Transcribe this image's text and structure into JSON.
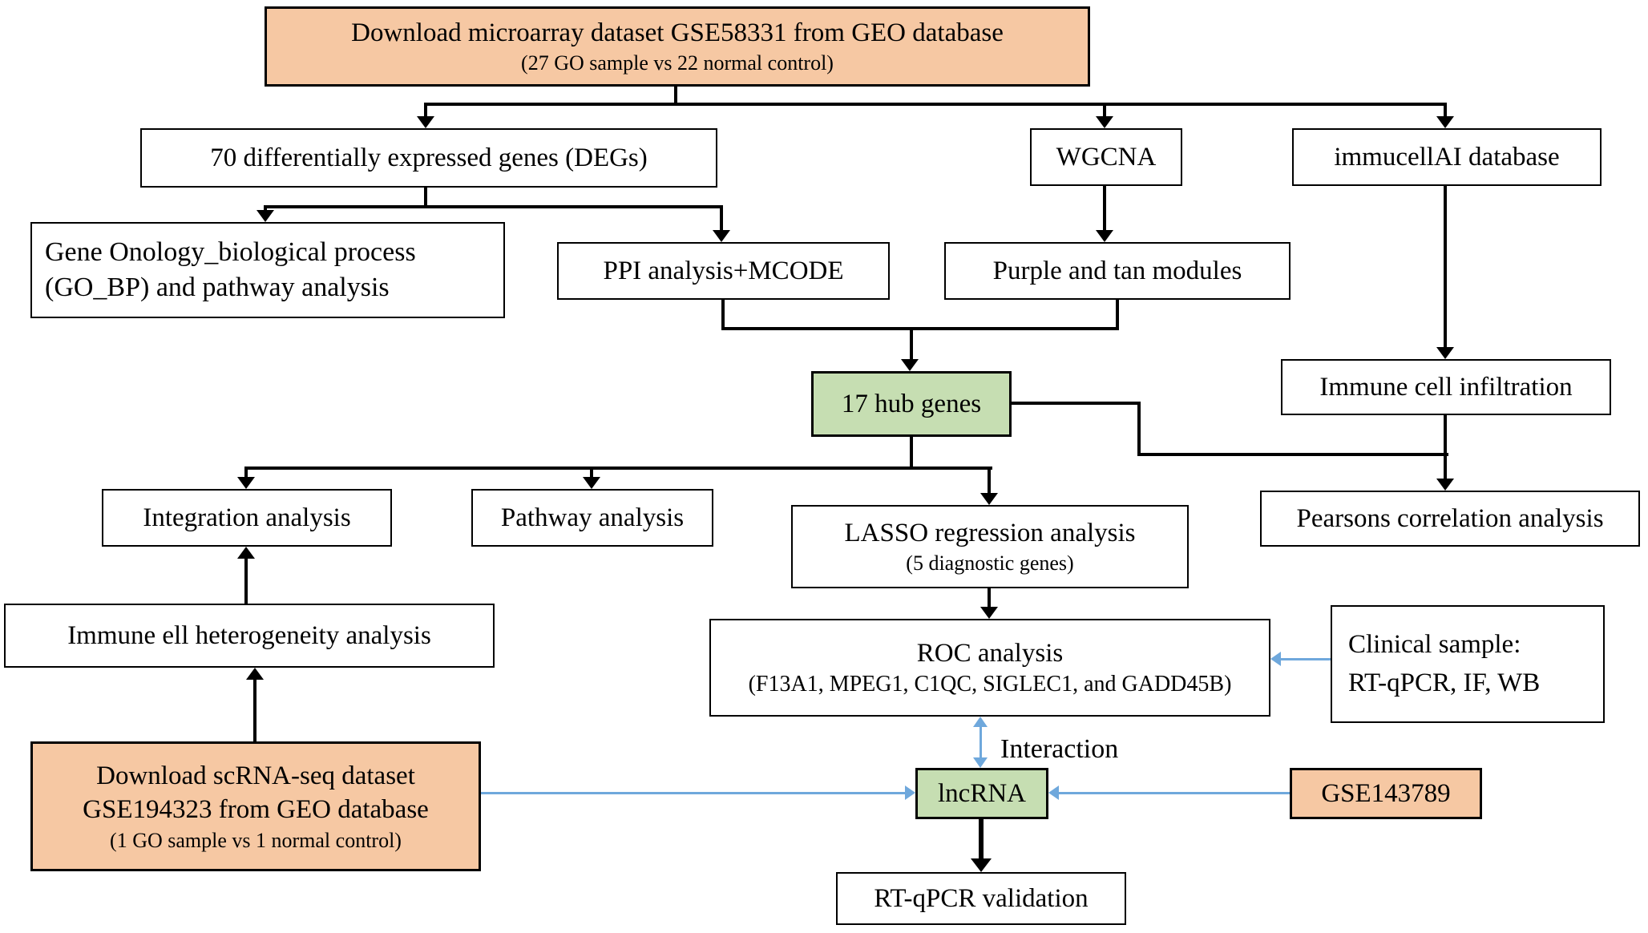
{
  "diagram": {
    "boxes": {
      "top": {
        "line1": "Download microarray dataset GSE58331 from GEO database",
        "line2": "(27 GO sample vs 22 normal control)"
      },
      "degs": {
        "label": "70 differentially expressed genes (DEGs)"
      },
      "wgcna": {
        "label": "WGCNA"
      },
      "immucellai": {
        "label": "immucellAI database"
      },
      "gobp": {
        "line1": "Gene Onology_biological process",
        "line2": "(GO_BP) and pathway analysis"
      },
      "ppi": {
        "label": "PPI analysis+MCODE"
      },
      "modules": {
        "label": "Purple and tan modules"
      },
      "hub": {
        "label": "17 hub genes"
      },
      "infiltration": {
        "label": "Immune cell infiltration"
      },
      "integration": {
        "label": "Integration analysis"
      },
      "pathway": {
        "label": "Pathway analysis"
      },
      "lasso": {
        "line1": "LASSO regression analysis",
        "line2": "(5 diagnostic genes)"
      },
      "pearsons": {
        "label": "Pearsons correlation analysis"
      },
      "heterogeneity": {
        "label": "Immune ell heterogeneity analysis"
      },
      "roc": {
        "line1": "ROC analysis",
        "line2": "(F13A1, MPEG1, C1QC, SIGLEC1, and GADD45B)"
      },
      "clinical": {
        "line1": "Clinical sample:",
        "line2": "RT-qPCR, IF, WB"
      },
      "scrna": {
        "line1": "Download scRNA-seq dataset",
        "line2": "GSE194323 from GEO database",
        "line3": "(1 GO sample vs 1 normal control)"
      },
      "lncrna": {
        "label": "lncRNA"
      },
      "gse143789": {
        "label": "GSE143789"
      },
      "rtqpcr": {
        "label": "RT-qPCR validation"
      }
    },
    "labels": {
      "interaction": "Interaction"
    },
    "colors": {
      "dataset_fill": "#f6c8a3",
      "highlight_fill": "#c6deb2",
      "blue_arrow": "#6fa8dc",
      "line": "#000000",
      "background": "#ffffff"
    }
  }
}
